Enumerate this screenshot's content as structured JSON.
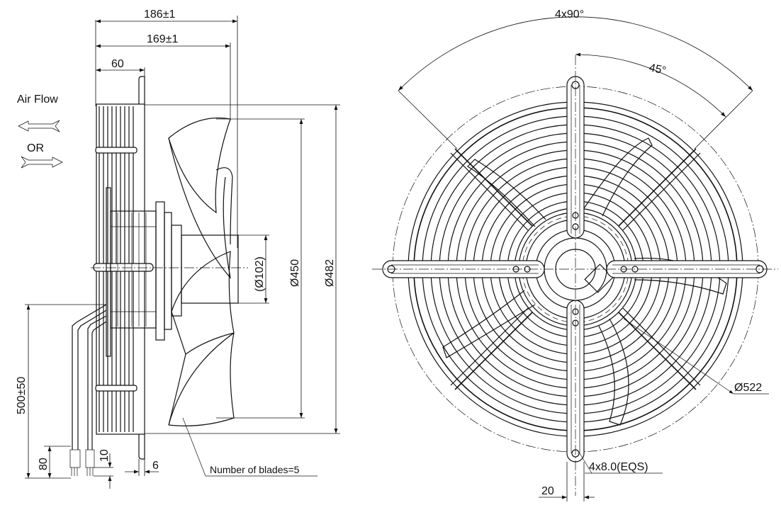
{
  "drawing": {
    "side_view": {
      "airflow_label": "Air Flow",
      "or_label": "OR",
      "dim_overall_length": "186±1",
      "dim_mount_length": "169±1",
      "dim_flange": "60",
      "dim_hub": "(Ø102)",
      "dim_blade_dia": "Ø450",
      "dim_guard_dia": "Ø482",
      "dim_cable_length": "500±50",
      "dim_cable_strip": "80",
      "dim_wire_strip": "10",
      "dim_bracket_thickness": "6",
      "blades_note": "Number of blades=5"
    },
    "front_view": {
      "dim_angle_spacing": "4x90°",
      "dim_angle_offset": "45°",
      "dim_bolt_circle": "Ø522",
      "dim_holes": "4x8.0(EQS)",
      "dim_bracket_width": "20"
    }
  }
}
